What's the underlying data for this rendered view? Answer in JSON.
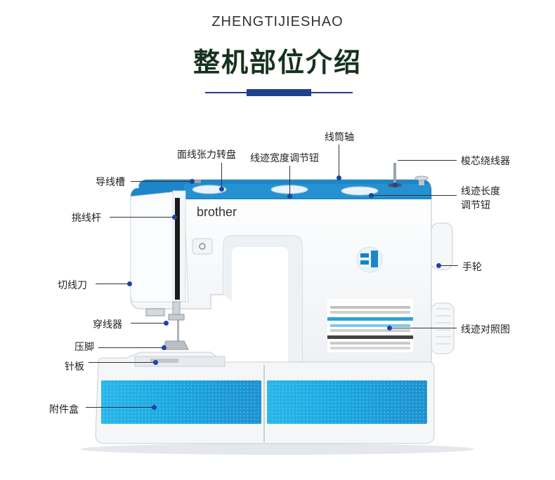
{
  "header": {
    "subtitle": "ZHENGTIJIESHAO",
    "title": "整机部位介绍"
  },
  "machine": {
    "brand": "brother",
    "accent_color": "#1e9bd7",
    "dark_color": "#1a44a8"
  },
  "labels": {
    "face_tension_dial": "面线张力转盘",
    "stitch_width_knob": "线迹宽度调节钮",
    "spool_pin": "线筒轴",
    "bobbin_winder": "梭芯绕线器",
    "thread_guide": "导线槽",
    "stitch_length_line1": "线迹长度",
    "stitch_length_line2": "调节钮",
    "take_up_lever": "挑线杆",
    "handwheel": "手轮",
    "thread_cutter": "切线刀",
    "threader": "穿线器",
    "stitch_chart": "线迹对照图",
    "presser_foot": "压脚",
    "needle_plate": "针板",
    "accessory_box": "附件盒"
  }
}
